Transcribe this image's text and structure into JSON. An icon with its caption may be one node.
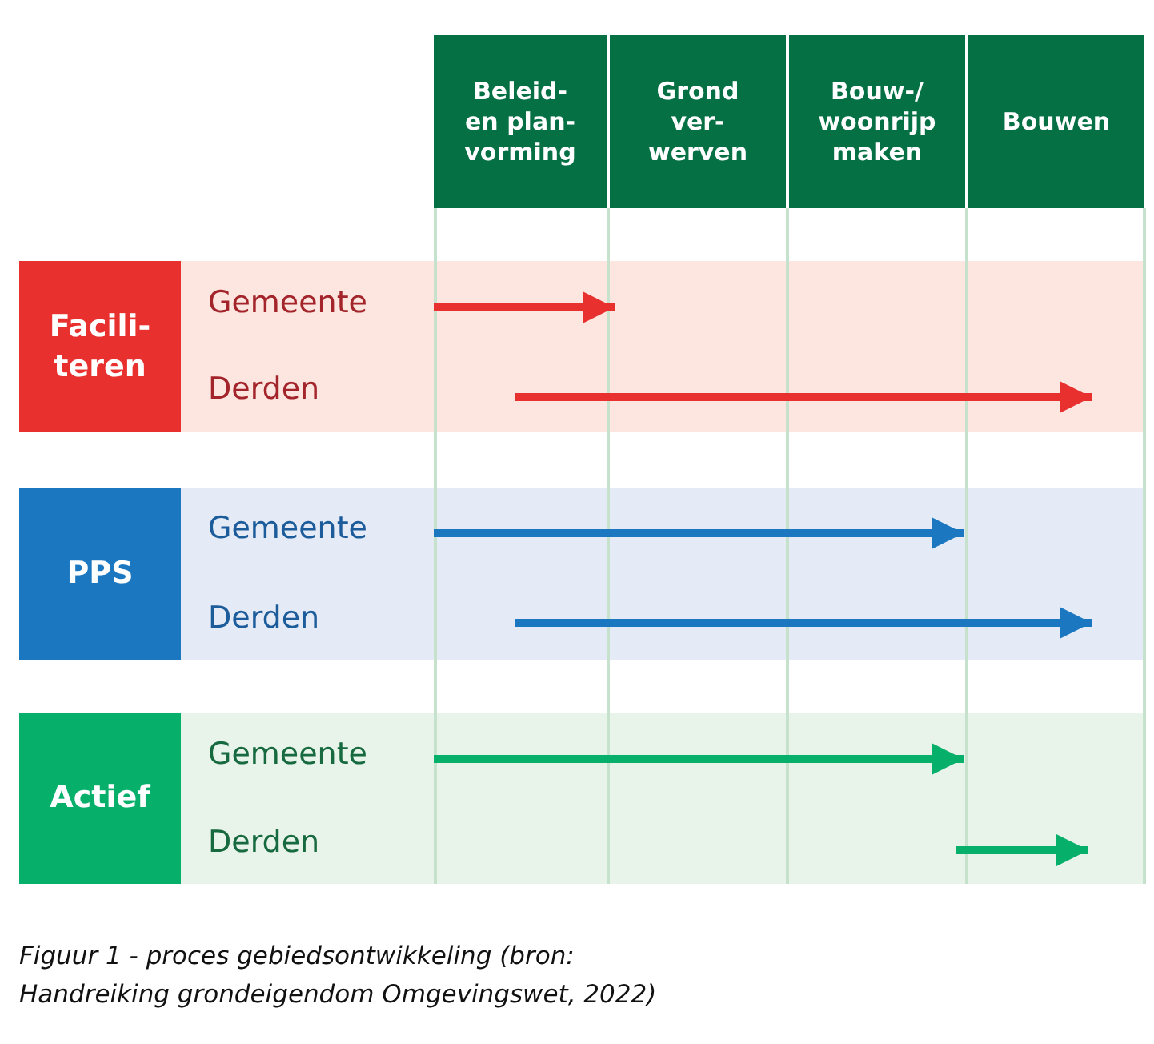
{
  "diagram": {
    "caption": "Figuur 1 - proces gebiedsontwikkeling (bron: Handreiking grondeigendom Omgevingswet, 2022)",
    "nodes": [
      {
        "text": [
          "Beleid- en plan- vorming"
        ]
      },
      {
        "text": [
          "Grond ver- werven"
        ]
      },
      {
        "text": [
          "Bouw-/ woonrijp maken"
        ]
      },
      {
        "text": [
          "Bouwen"
        ]
      },
      {
        "text": [],
        "shape": "band"
      },
      {
        "text": [
          "Facili- teren"
        ],
        "in": 4
      },
      {
        "text": [
          "Gemeente"
        ],
        "in": 4
      },
      {
        "text": [
          "Derden"
        ],
        "in": 4
      },
      {
        "text": [],
        "shape": "band"
      },
      {
        "text": [
          "PPS"
        ],
        "in": 8
      },
      {
        "text": [
          "Gemeente"
        ],
        "in": 8
      },
      {
        "text": [
          "Derden"
        ],
        "in": 8
      },
      {
        "text": [],
        "shape": "band"
      },
      {
        "text": [
          "Actief"
        ],
        "in": 12
      },
      {
        "text": [
          "Gemeente"
        ],
        "in": 12
      },
      {
        "text": [
          "Derden"
        ],
        "in": 12
      }
    ],
    "edges": [
      {
        "from": 6,
        "to": null,
        "arrow": "to",
        "color": "#e8312f"
      },
      {
        "from": 7,
        "to": null,
        "arrow": "to",
        "color": "#e8312f"
      },
      {
        "from": 10,
        "to": null,
        "arrow": "to",
        "color": "#1a77c0"
      },
      {
        "from": 11,
        "to": null,
        "arrow": "to",
        "color": "#1a77c0"
      },
      {
        "from": 14,
        "to": null,
        "arrow": "to",
        "color": "#06b06b"
      },
      {
        "from": 15,
        "to": null,
        "arrow": "to",
        "color": "#06b06b"
      }
    ]
  }
}
